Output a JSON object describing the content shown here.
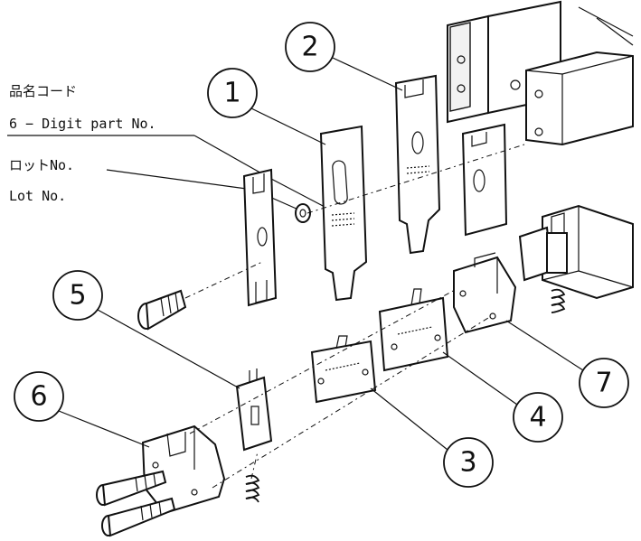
{
  "legend": {
    "line1": "品名コード",
    "line2": "6 − Digit part No.",
    "line3": "ロットNo.",
    "line4": "Lot No."
  },
  "callouts": {
    "c1": "1",
    "c2": "2",
    "c3": "3",
    "c4": "4",
    "c5": "5",
    "c6": "6",
    "c7": "7"
  }
}
